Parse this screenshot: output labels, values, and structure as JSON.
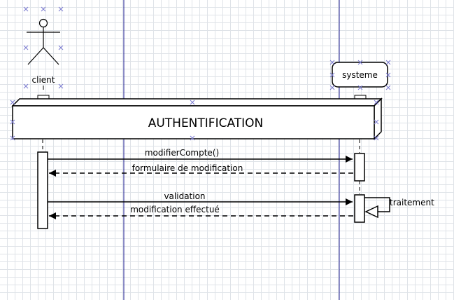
{
  "diagram": {
    "actor": {
      "label": "client"
    },
    "system": {
      "label": "systeme"
    },
    "fragment": {
      "title": "AUTHENTIFICATION"
    },
    "messages": [
      {
        "label": "modifierCompte()",
        "kind": "sync"
      },
      {
        "label": "formulaire de modification",
        "kind": "return"
      },
      {
        "label": "validation",
        "kind": "sync"
      },
      {
        "label": "modification effectué",
        "kind": "return"
      }
    ],
    "self_message": {
      "label": "traitement"
    }
  },
  "colors": {
    "grid": "#dfe3e8",
    "guide_line": "#1a1a8c",
    "handle": "#7a7ad0",
    "stroke": "#000000"
  }
}
